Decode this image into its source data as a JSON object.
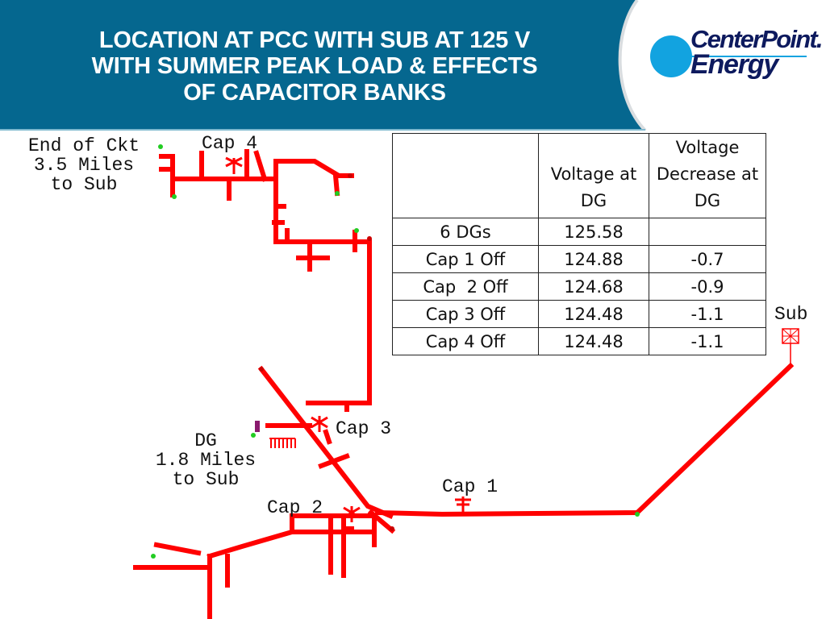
{
  "header": {
    "title": "LOCATION AT PCC WITH SUB AT 125 V\nWITH SUMMER PEAK LOAD & EFFECTS\nOF CAPACITOR BANKS",
    "logo_line1": "CenterPoint.",
    "logo_line2": "Energy"
  },
  "labels": {
    "end_of_ckt": "End of Ckt\n3.5 Miles\nto Sub",
    "cap4": "Cap 4",
    "cap3": "Cap 3",
    "cap2": "Cap 2",
    "cap1": "Cap 1",
    "dg": "DG\n1.8 Miles\nto Sub",
    "sub": "Sub"
  },
  "table": {
    "headers": [
      "",
      "Voltage at DG",
      "Voltage Decrease at DG"
    ],
    "rows": [
      [
        "6 DGs",
        "125.58",
        ""
      ],
      [
        "Cap 1 Off",
        "124.88",
        "-0.7"
      ],
      [
        "Cap  2 Off",
        "124.68",
        "-0.9"
      ],
      [
        "Cap 3 Off",
        "124.48",
        "-1.1"
      ],
      [
        "Cap 4 Off",
        "124.48",
        "-1.1"
      ]
    ]
  },
  "colors": {
    "header_blue": "#05678f",
    "circuit_red": "#ff0000",
    "logo_navy": "#0d1a5e",
    "logo_dot": "#12a3e0"
  }
}
